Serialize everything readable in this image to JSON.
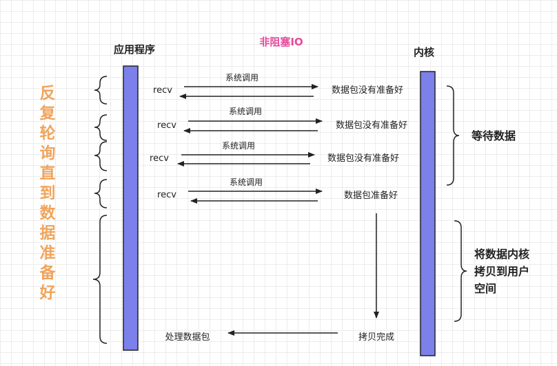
{
  "title": "非阻塞IO",
  "app_label": "应用程序",
  "kernel_label": "内核",
  "side_label_chars": [
    "反",
    "复",
    "轮",
    "询",
    "直",
    "到",
    "数",
    "据",
    "准",
    "备",
    "好"
  ],
  "calls": [
    {
      "app": "recv",
      "syscall": "系统调用",
      "reply": "数据包没有准备好"
    },
    {
      "app": "recv",
      "syscall": "系统调用",
      "reply": "数据包没有准备好"
    },
    {
      "app": "recv",
      "syscall": "系统调用",
      "reply": "数据包没有准备好"
    },
    {
      "app": "recv",
      "syscall": "系统调用",
      "reply": "数据包准备好"
    }
  ],
  "copy_done": "拷贝完成",
  "process_packet": "处理数据包",
  "wait_label": "等待数据",
  "copy_label_lines": [
    "将数据内核",
    "拷贝到用户",
    "空间"
  ],
  "colors": {
    "title": "#e8489c",
    "side_label": "#f0a45c",
    "bar_fill": "#7b80ea",
    "bar_stroke": "#222222"
  }
}
